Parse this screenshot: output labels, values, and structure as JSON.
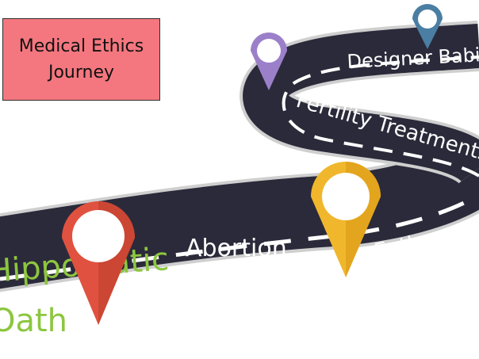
{
  "title": {
    "line1": "Medical Ethics",
    "line2": "Journey"
  },
  "stops": [
    {
      "label": "Designer Babies",
      "pin_color": "#4a7ea2"
    },
    {
      "label": "Fertility Treatments",
      "pin_color": null
    },
    {
      "label": "Euthanasia",
      "pin_color": "#f0b72c"
    },
    {
      "label": "Abortion",
      "pin_color": null
    },
    {
      "label": "Hippocratic Oath",
      "line1": "Hippocratic",
      "line2": "Oath",
      "pin_color": "#e0523f"
    }
  ],
  "pins": {
    "top_left_color": "#9b80c9",
    "top_right_color": "#4a7ea2",
    "middle_color": "#f0b72c",
    "bottom_left_color": "#e0523f"
  },
  "colors": {
    "road": "#2b2a3a",
    "road_edge": "#c8c8c8",
    "lane_marks": "#ffffff",
    "title_bg": "#f4777f",
    "oath_text": "#8cc63f"
  }
}
